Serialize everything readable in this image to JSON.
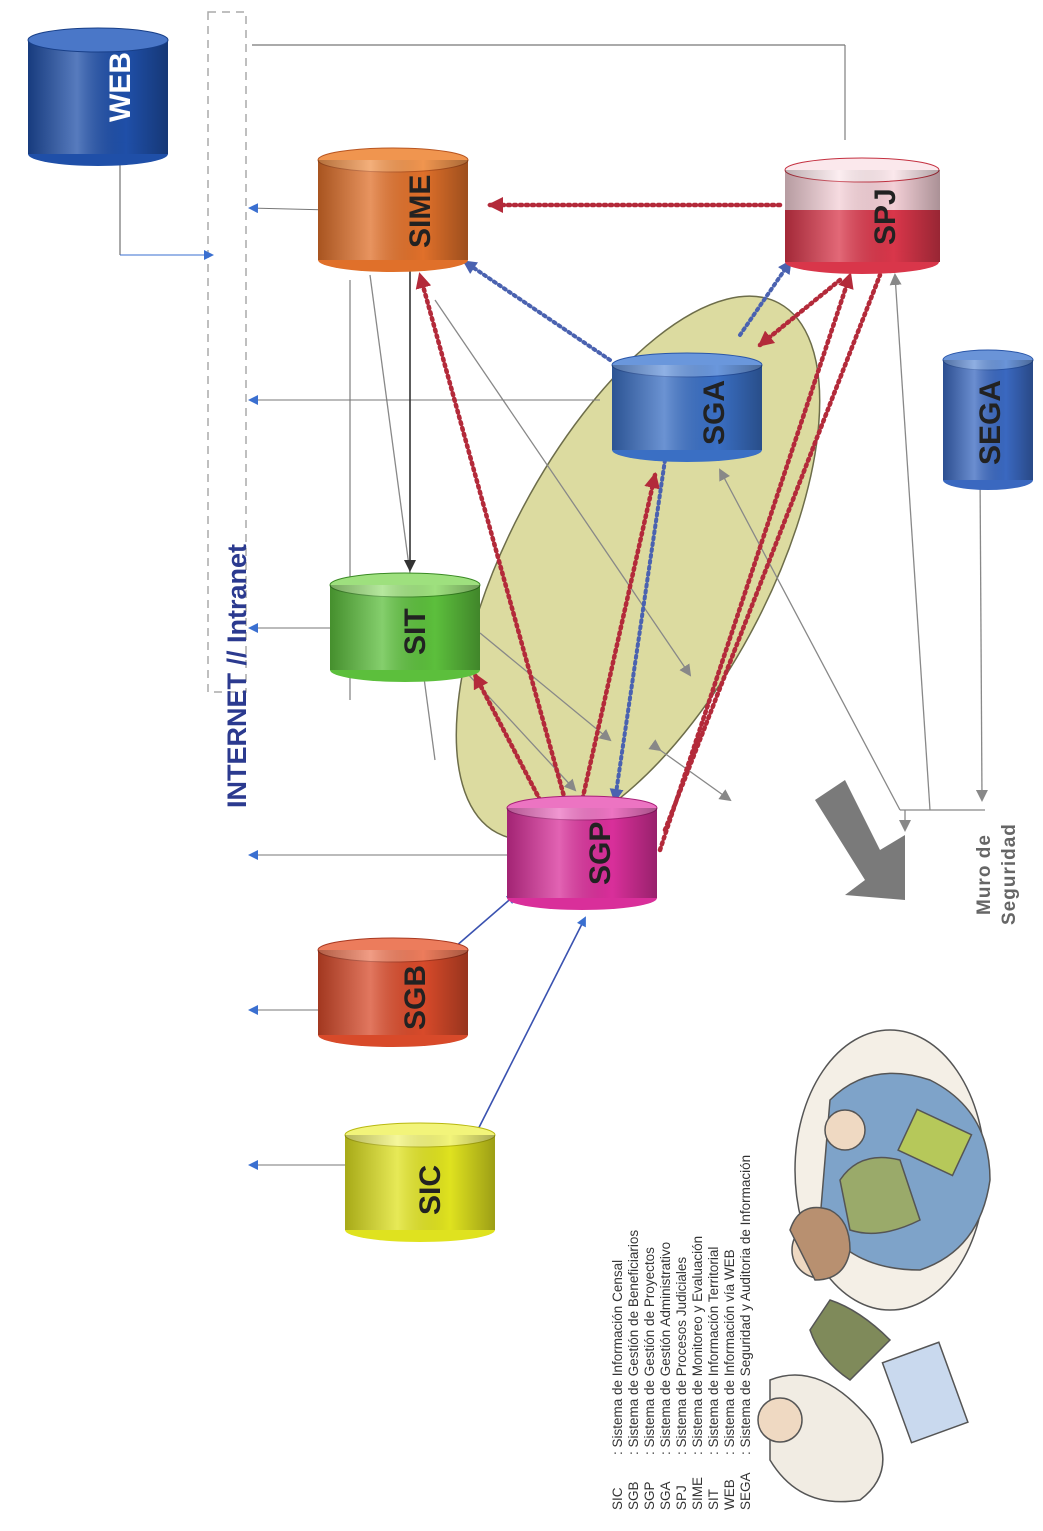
{
  "network_label": "INTERNET // Intranet",
  "firewall_label": [
    "Muro de",
    "Seguridad"
  ],
  "systems": {
    "web": {
      "label": "WEB",
      "color": "#1f4fa8"
    },
    "sime": {
      "label": "SIME",
      "color": "#e0702a"
    },
    "spj": {
      "label": "SPJ",
      "color": "#d9364a"
    },
    "sga": {
      "label": "SGA",
      "color": "#3a6fc4"
    },
    "sega": {
      "label": "SEGA",
      "color": "#3a68c0"
    },
    "sit": {
      "label": "SIT",
      "color": "#5cbf3c"
    },
    "sgp": {
      "label": "SGP",
      "color": "#d92f9a"
    },
    "sgb": {
      "label": "SGB",
      "color": "#d84a2a"
    },
    "sic": {
      "label": "SIC",
      "color": "#dfe21f"
    }
  },
  "legend": [
    {
      "abbr": "SIC",
      "desc": ": Sistema de Información Censal"
    },
    {
      "abbr": "SGB",
      "desc": ": Sistema de Gestión de Beneficiarios"
    },
    {
      "abbr": "SGP",
      "desc": ": Sistema de Gestión de Proyectos"
    },
    {
      "abbr": "SGA",
      "desc": ": Sistema de Gestión Administrativo"
    },
    {
      "abbr": "SPJ",
      "desc": ": Sistema de Procesos Judiciales"
    },
    {
      "abbr": "SIME",
      "desc": ": Sistema de Monitoreo y Evaluación"
    },
    {
      "abbr": "SIT",
      "desc": ": Sistema de Información Territorial"
    },
    {
      "abbr": "WEB",
      "desc": ": Sistema de Información vía WEB"
    },
    {
      "abbr": "SEGA",
      "desc": ": Sistema de Seguridad y Auditoria de Información"
    }
  ],
  "colors": {
    "ellipse_fill": "#dcdba0",
    "red_dotted": "#b32a3a",
    "blue_dotted": "#4a62b0",
    "blue_arrow": "#3a6fd0",
    "gray_line": "#888888"
  }
}
